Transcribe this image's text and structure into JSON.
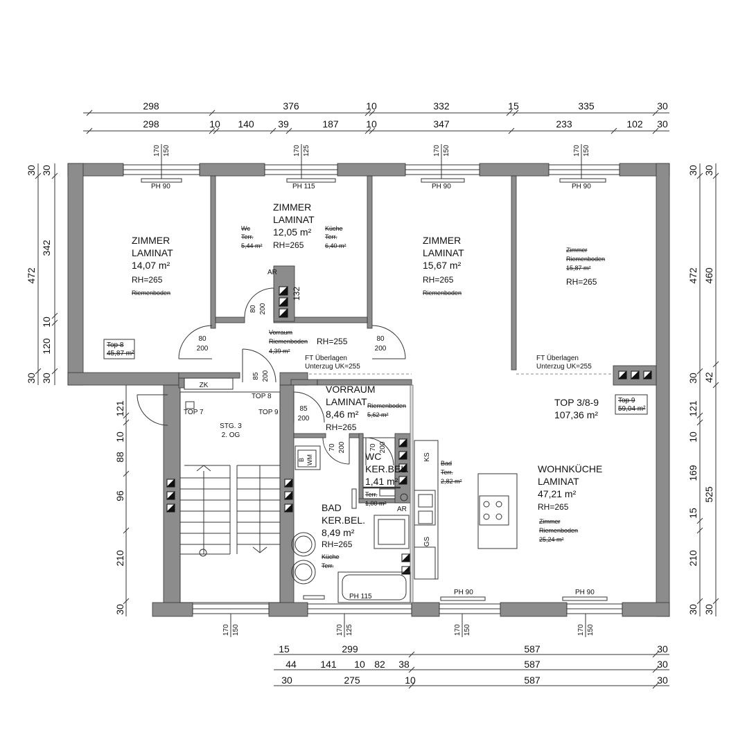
{
  "dimensions": {
    "top_row1": [
      "298",
      "376",
      "10",
      "332",
      "15",
      "335",
      "30"
    ],
    "top_row2": [
      "298",
      "10",
      "140",
      "39",
      "187",
      "10",
      "347",
      "233",
      "102",
      "30"
    ],
    "left_col1": [
      "30",
      "472",
      "30"
    ],
    "left_col2": [
      "30",
      "342",
      "10",
      "120",
      "30"
    ],
    "left_lower": [
      "121",
      "10",
      "88",
      "96",
      "210",
      "30"
    ],
    "right_col1": [
      "30",
      "472",
      "30"
    ],
    "right_col2": [
      "30",
      "460",
      "42",
      "525",
      "30"
    ],
    "right_lower": [
      "121",
      "10",
      "169",
      "15",
      "210",
      "30"
    ],
    "bottom_row1": [
      "15",
      "299",
      "587",
      "30"
    ],
    "bottom_row2": [
      "44",
      "141",
      "10",
      "82",
      "38",
      "587",
      "30"
    ],
    "bottom_row3": [
      "30",
      "275",
      "10",
      "587",
      "30"
    ]
  },
  "windows": {
    "w1": [
      "170",
      "150",
      "PH 90"
    ],
    "w2": [
      "170",
      "125",
      "PH 115"
    ],
    "w3": [
      "170",
      "150",
      "PH 90"
    ],
    "w4": [
      "170",
      "150",
      "PH 90"
    ],
    "b1": [
      "170",
      "150"
    ],
    "b2": [
      "170",
      "125"
    ],
    "b3": [
      "170",
      "150"
    ],
    "b4": [
      "170",
      "150"
    ],
    "b_ph": [
      "PH 115",
      "PH 90",
      "PH 90"
    ]
  },
  "rooms": {
    "r1": {
      "name": "ZIMMER",
      "floor": "LAMINAT",
      "area": "14,07 m²",
      "rh": "RH=265",
      "old": "Riemenboden"
    },
    "r2": {
      "name": "ZIMMER",
      "floor": "LAMINAT",
      "area": "12,05 m²",
      "rh": "RH=265",
      "old1a": "Wc",
      "old1b": "Terr.",
      "old1c": "5,44 m²",
      "old2a": "Küche",
      "old2b": "Terr.",
      "old2c": "6,40 m²"
    },
    "r3": {
      "name": "ZIMMER",
      "floor": "LAMINAT",
      "area": "15,67 m²",
      "rh": "RH=265",
      "old": "Riemenboden"
    },
    "r4": {
      "old1": "Zimmer",
      "old2": "Riemenboden",
      "old3": "15,87 m²",
      "rh": "RH=265"
    },
    "vorraum_top": {
      "old1": "Vorraum",
      "old2": "Riemenboden",
      "old3": "4,39 m²",
      "rh": "RH=255"
    },
    "vorraum": {
      "name": "VORRAUM",
      "floor": "LAMINAT",
      "area": "8,46 m²",
      "rh": "RH=265",
      "old1": "Riemenboden",
      "old2": "5,62 m²"
    },
    "wc": {
      "name": "WC",
      "floor": "KER.BEL.",
      "area": "1,41 m²",
      "old1": "Terr.",
      "old2": "1,00 m²"
    },
    "bad": {
      "name": "BAD",
      "floor": "KER.BEL.",
      "area": "8,49 m²",
      "rh": "RH=265",
      "old1": "Küche",
      "old2": "Terr."
    },
    "wohn": {
      "name": "WOHNKÜCHE",
      "floor": "LAMINAT",
      "area": "47,21 m²",
      "rh": "RH=265",
      "old1": "Zimmer",
      "old2": "Riemenboden",
      "old3": "25,24 m²"
    },
    "bad_terr": {
      "old1": "Bad",
      "old2": "Terr.",
      "old3": "2,82 m²"
    }
  },
  "labels": {
    "top8_a": "Top 8",
    "top8_b": "45,87 m²",
    "top9_a": "Top 9",
    "top9_b": "59,04 m²",
    "top_total_a": "TOP 3/8-9",
    "top_total_b": "107,36 m²",
    "ft1_a": "FT Überlagen",
    "ft1_b": "Unterzug UK=255",
    "ft2_a": "FT Überlagen",
    "ft2_b": "Unterzug UK=255",
    "zk": "ZK",
    "top7": "TOP 7",
    "top8": "TOP 8",
    "top9": "TOP 9",
    "stg_a": "STG. 3",
    "stg_b": "2. OG",
    "ar1": "AR",
    "ar2": "AR",
    "d132": "132",
    "ks": "KS",
    "gs": "GS",
    "b": "B",
    "wm": "WM",
    "door_80_200_a": [
      "80",
      "200"
    ],
    "door_80_200_b": [
      "80",
      "200"
    ],
    "door_80_200_c": [
      "80",
      "200"
    ],
    "door_85_200_a": [
      "85",
      "200"
    ],
    "door_85_200_b": [
      "85",
      "200"
    ],
    "door_70_200_a": [
      "70",
      "200"
    ],
    "door_70_200_b": [
      "70",
      "200"
    ]
  },
  "colors": {
    "wall": "#8c8c8c",
    "line": "#222222",
    "bg": "#ffffff"
  }
}
